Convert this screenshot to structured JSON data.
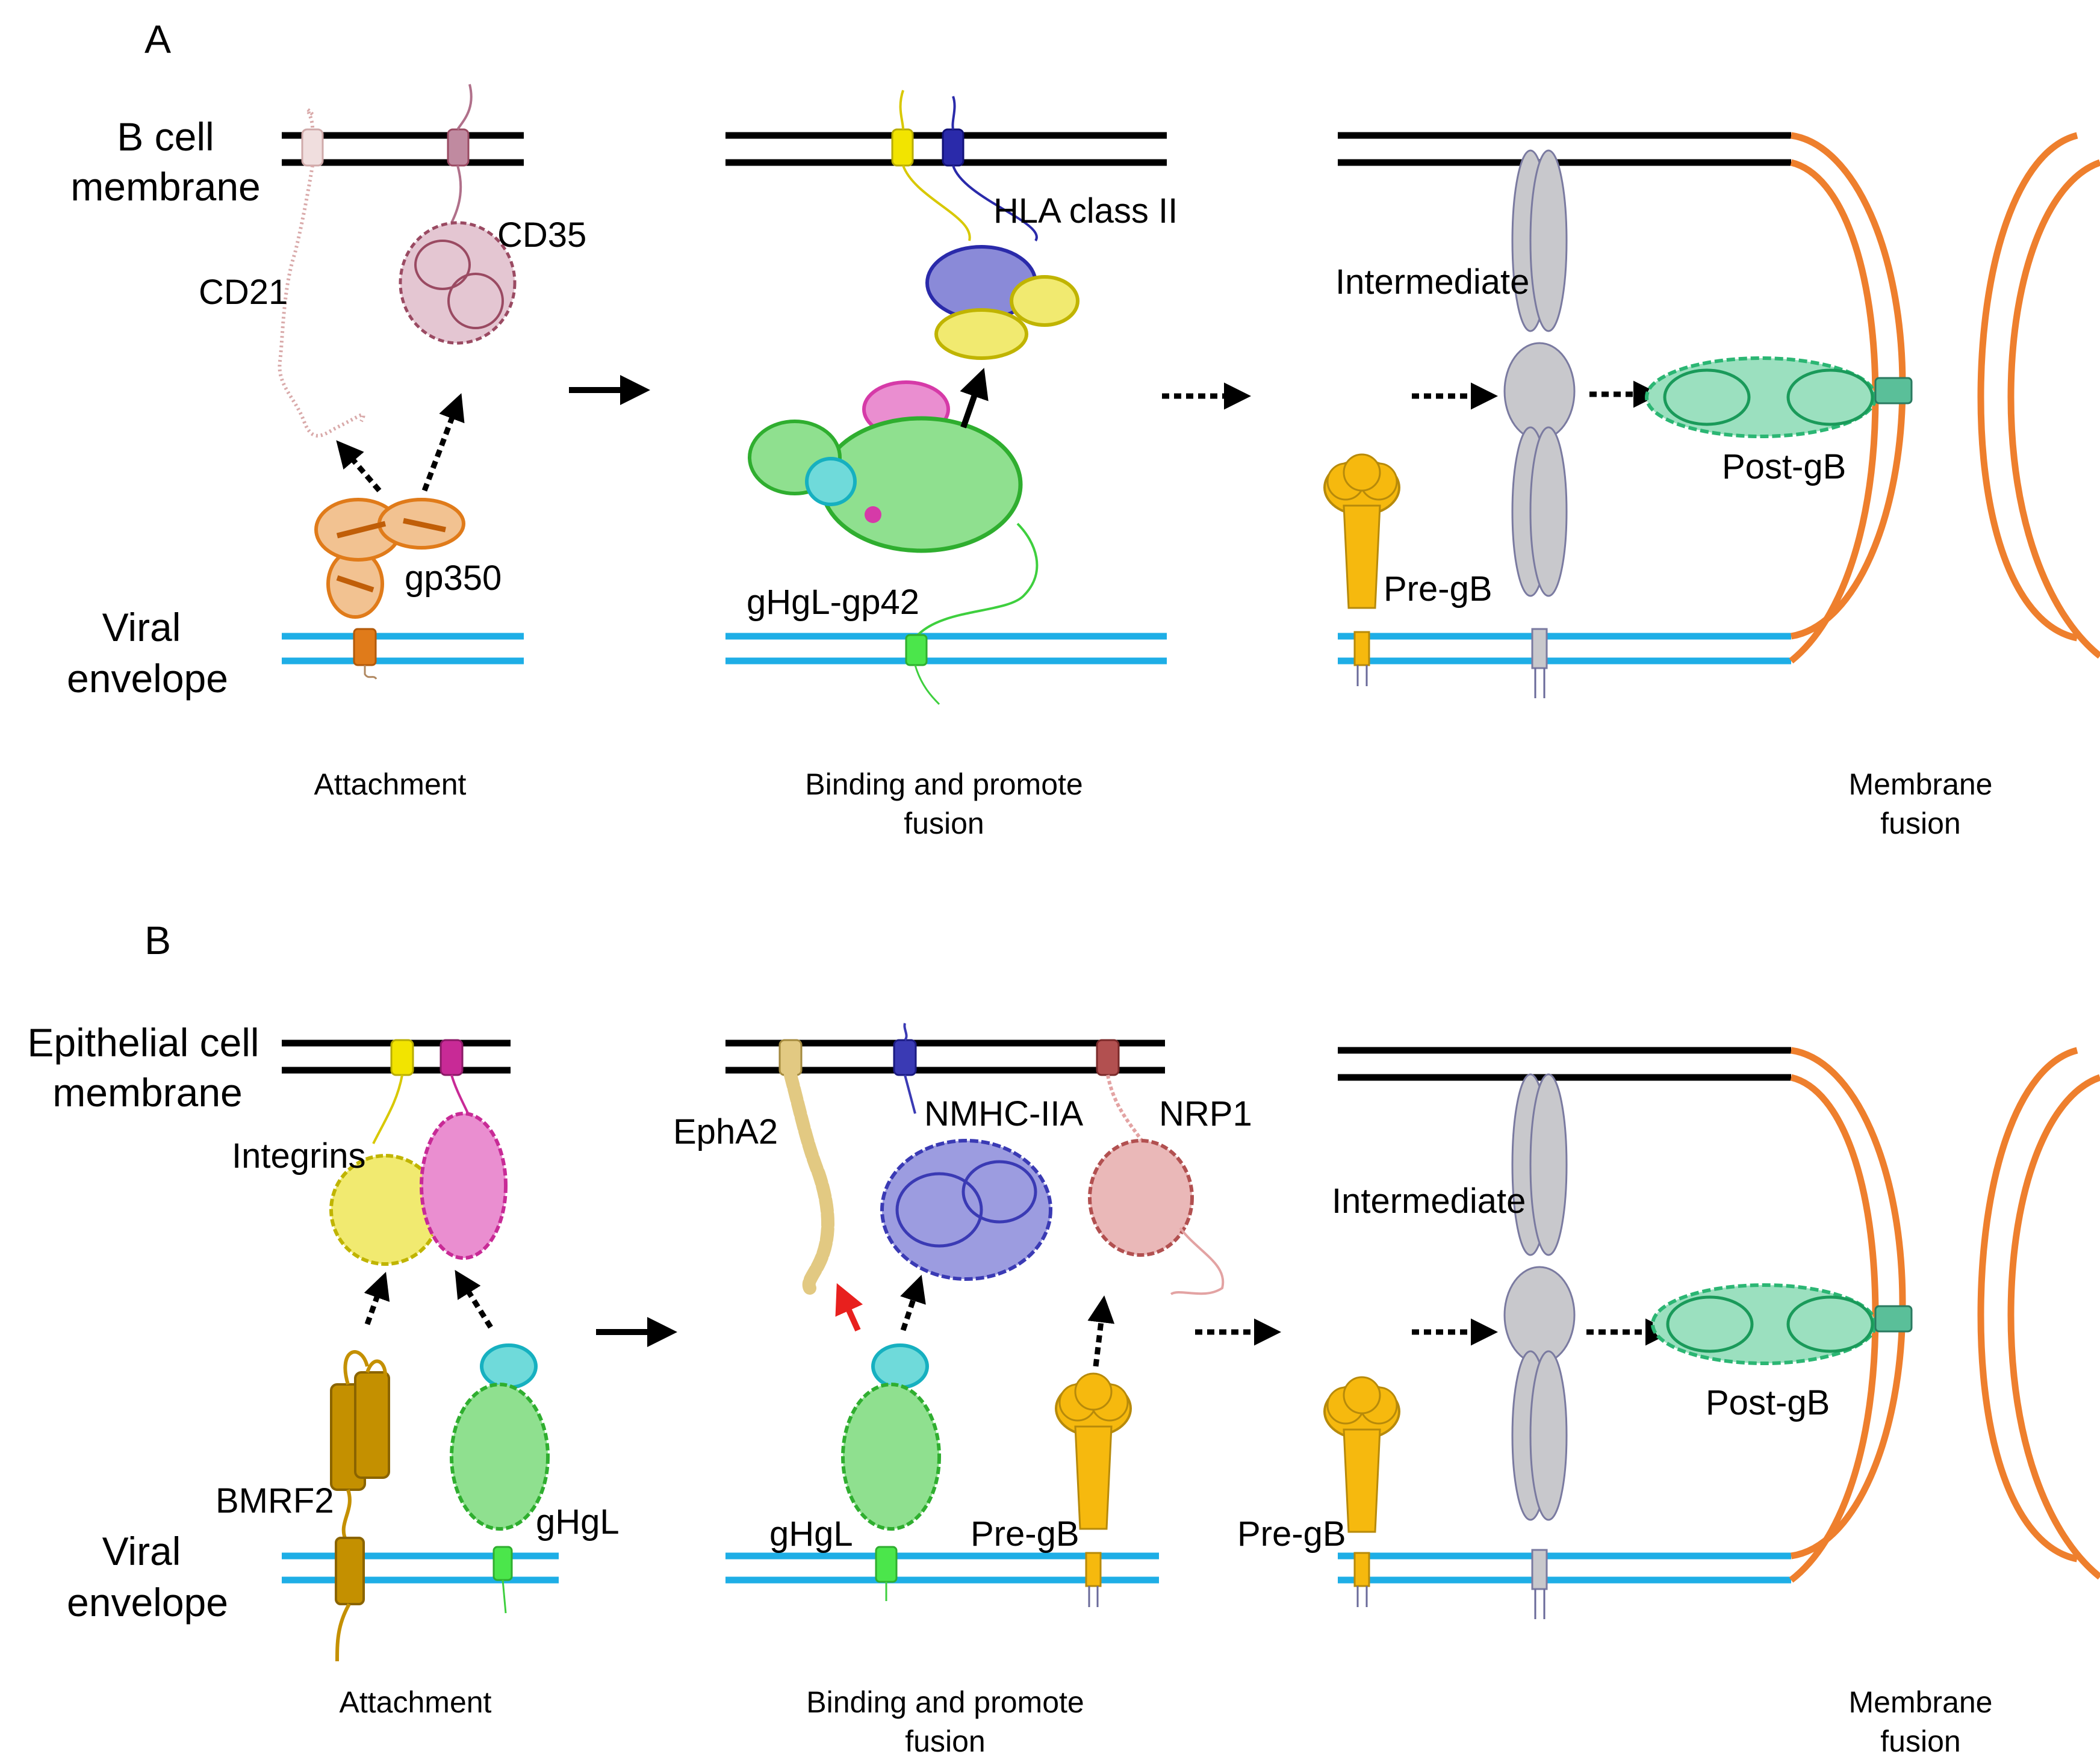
{
  "panels": [
    {
      "letter": "A",
      "host_membrane": "B cell membrane",
      "host_membrane_lines": [
        "B cell",
        "membrane"
      ],
      "viral_envelope_lines": [
        "Viral",
        "envelope"
      ],
      "labels": {
        "cd21": "CD21",
        "cd35": "CD35",
        "gp350": "gp350",
        "hla": "HLA class II",
        "ghgl_gp42": "gHgL-gp42",
        "intermediate": "Intermediate",
        "pre_gb": "Pre-gB",
        "post_gb": "Post-gB"
      },
      "steps": [
        "Attachment",
        "Binding and promote fusion",
        "Membrane fusion"
      ],
      "step_lines": [
        [
          "Attachment"
        ],
        [
          "Binding and promote",
          "fusion"
        ],
        [
          "Membrane",
          "fusion"
        ]
      ]
    },
    {
      "letter": "B",
      "host_membrane": "Epithelial cell membrane",
      "host_membrane_lines": [
        "Epithelial cell",
        "membrane"
      ],
      "viral_envelope_lines": [
        "Viral",
        "envelope"
      ],
      "labels": {
        "integrins": "Integrins",
        "bmrf2": "BMRF2",
        "ghgl_1": "gHgL",
        "epha2": "EphA2",
        "nmhc": "NMHC-IIA",
        "nrp1": "NRP1",
        "ghgl_2": "gHgL",
        "pre_gb_1": "Pre-gB",
        "pre_gb_2": "Pre-gB",
        "intermediate": "Intermediate",
        "post_gb": "Post-gB"
      },
      "steps": [
        "Attachment",
        "Binding and promote fusion",
        "Membrane fusion"
      ],
      "step_lines": [
        [
          "Attachment"
        ],
        [
          "Binding and promote",
          "fusion"
        ],
        [
          "Membrane",
          "fusion"
        ]
      ]
    }
  ],
  "colors": {
    "host_membrane": "#000000",
    "viral_envelope": "#1eaee6",
    "fused_membrane": "#ee7f2d",
    "gp350": "#e07b1a",
    "cd21": "#e8c8c8",
    "cd35": "#9a4a62",
    "ghgl": "#3ecf3e",
    "gp42": "#d63aa8",
    "hla_alpha": "#e8dc10",
    "hla_beta": "#2a2aaa",
    "pre_gb": "#f6b90e",
    "intermediate_gb": "#c8c8cc",
    "post_gb": "#2bb673",
    "bmrf2": "#c49000",
    "epha2": "#e2c982",
    "nmhc": "#3a3ab4",
    "nrp1": "#b25050",
    "red_arrow": "#e8201e"
  }
}
